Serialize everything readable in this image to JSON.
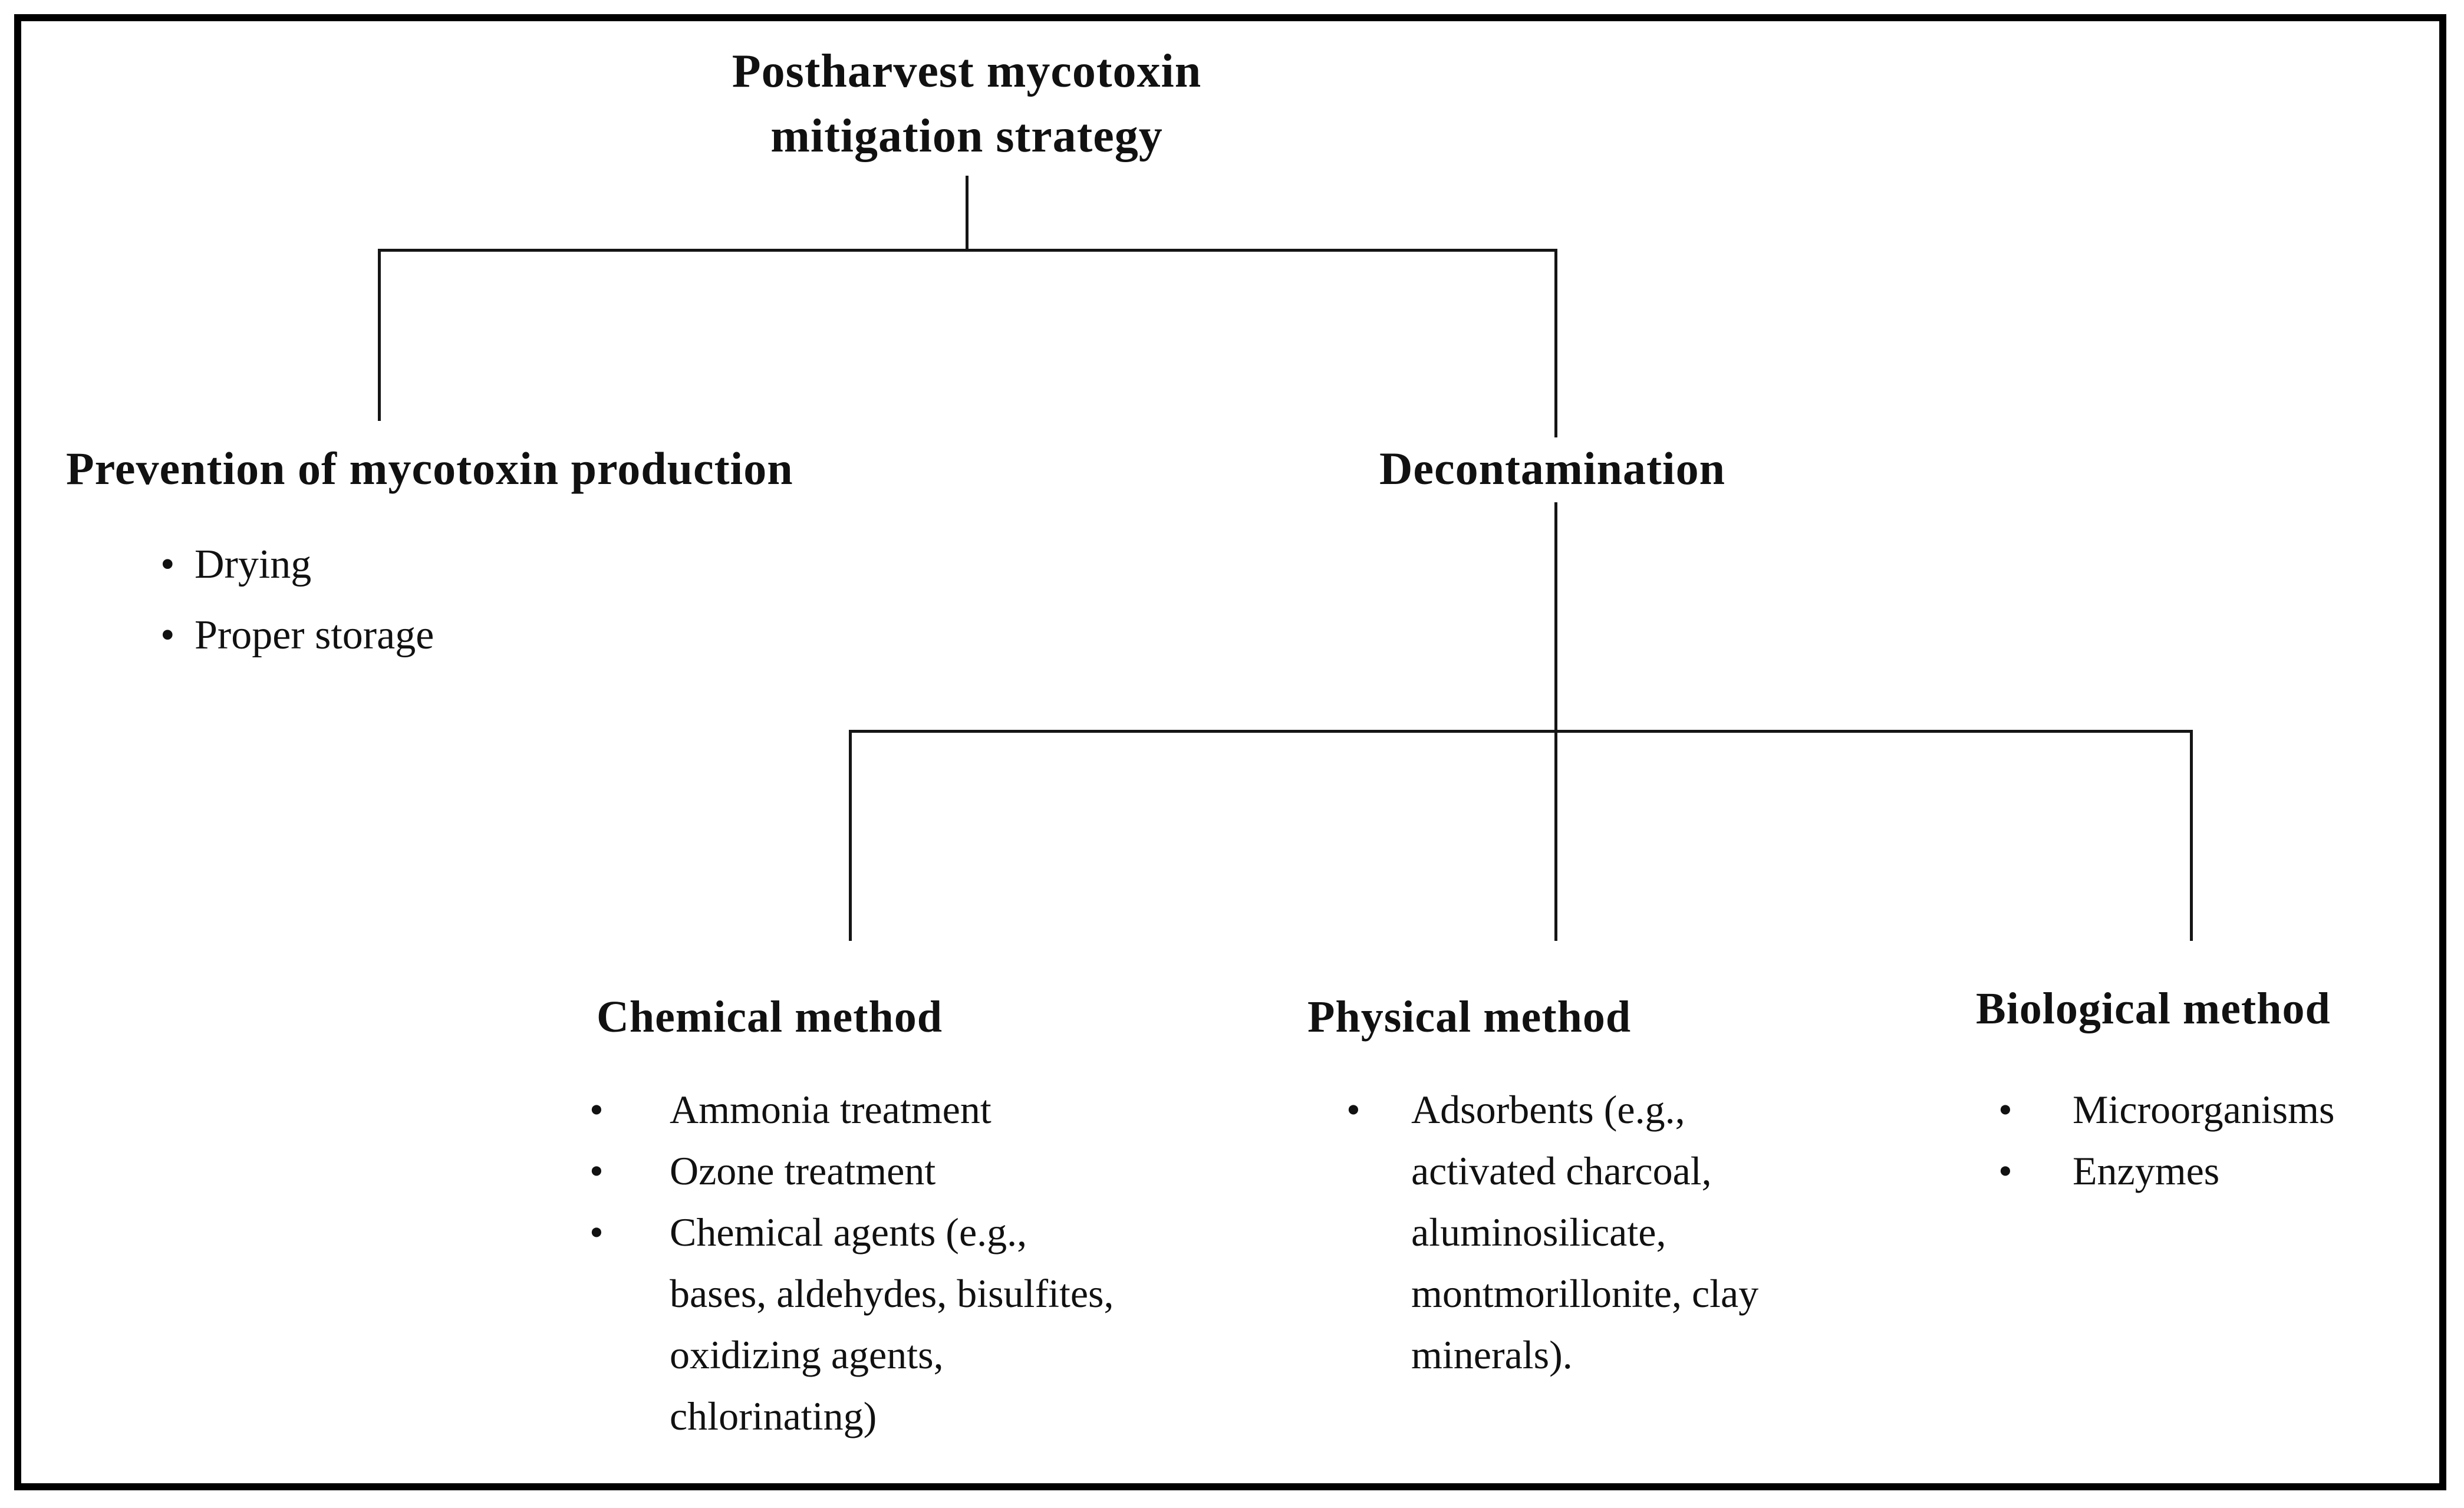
{
  "figure": {
    "title": "Postharvest mycotoxin mitigation strategy",
    "branches": {
      "prevention": {
        "label": "Prevention of mycotoxin production",
        "items": [
          "Drying",
          "Proper storage"
        ]
      },
      "decontamination": {
        "label": "Decontamination",
        "methods": [
          {
            "label": "Chemical method",
            "items": [
              "Ammonia treatment",
              "Ozone treatment",
              "Chemical agents (e.g., bases, aldehydes, bisulfites, oxidizing agents, chlorinating)"
            ]
          },
          {
            "label": "Physical method",
            "items": [
              "Adsorbents (e.g., activated charcoal, aluminosilicate, montmorillonite, clay minerals)."
            ]
          },
          {
            "label": "Biological method",
            "items": [
              "Microorganisms",
              "Enzymes"
            ]
          }
        ]
      }
    }
  },
  "colors": {
    "ink": "#111111",
    "border": "#000000",
    "background": "#ffffff"
  }
}
